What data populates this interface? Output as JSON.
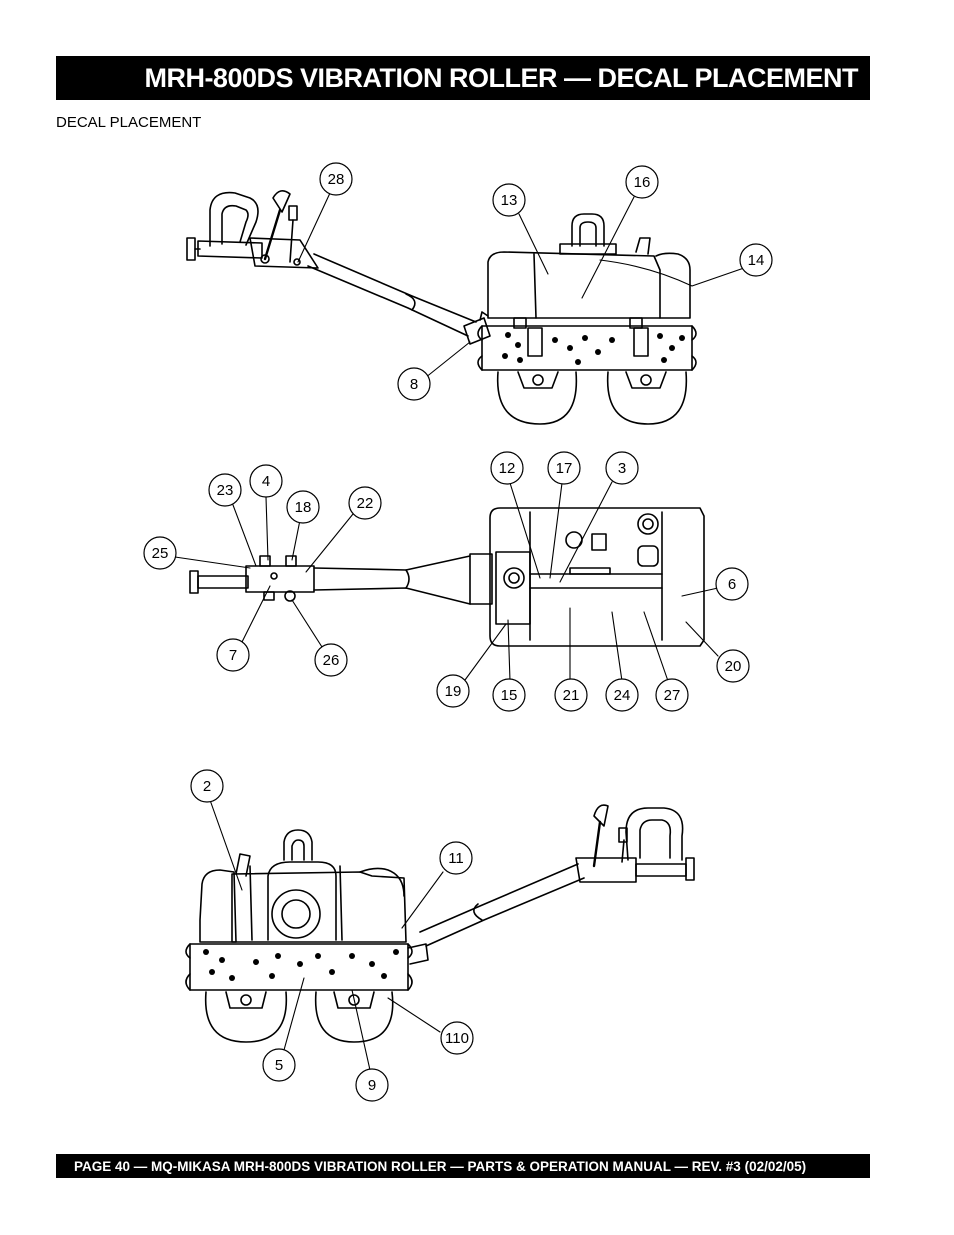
{
  "header": {
    "title": "MRH-800DS VIBRATION ROLLER —  DECAL PLACEMENT"
  },
  "section": {
    "subtitle": "DECAL PLACEMENT"
  },
  "footer": {
    "text": "PAGE 40 — MQ-MIKASA MRH-800DS VIBRATION ROLLER — PARTS & OPERATION MANUAL — REV. #3 (02/02/05)"
  },
  "callouts": {
    "c28": "28",
    "c13": "13",
    "c16": "16",
    "c14": "14",
    "c8": "8",
    "c12": "12",
    "c17": "17",
    "c3": "3",
    "c23": "23",
    "c4": "4",
    "c18": "18",
    "c22": "22",
    "c25": "25",
    "c6": "6",
    "c7": "7",
    "c26": "26",
    "c20": "20",
    "c19": "19",
    "c15": "15",
    "c21": "21",
    "c24": "24",
    "c27": "27",
    "c2": "2",
    "c11": "11",
    "c110": "110",
    "c5": "5",
    "c9": "9"
  }
}
